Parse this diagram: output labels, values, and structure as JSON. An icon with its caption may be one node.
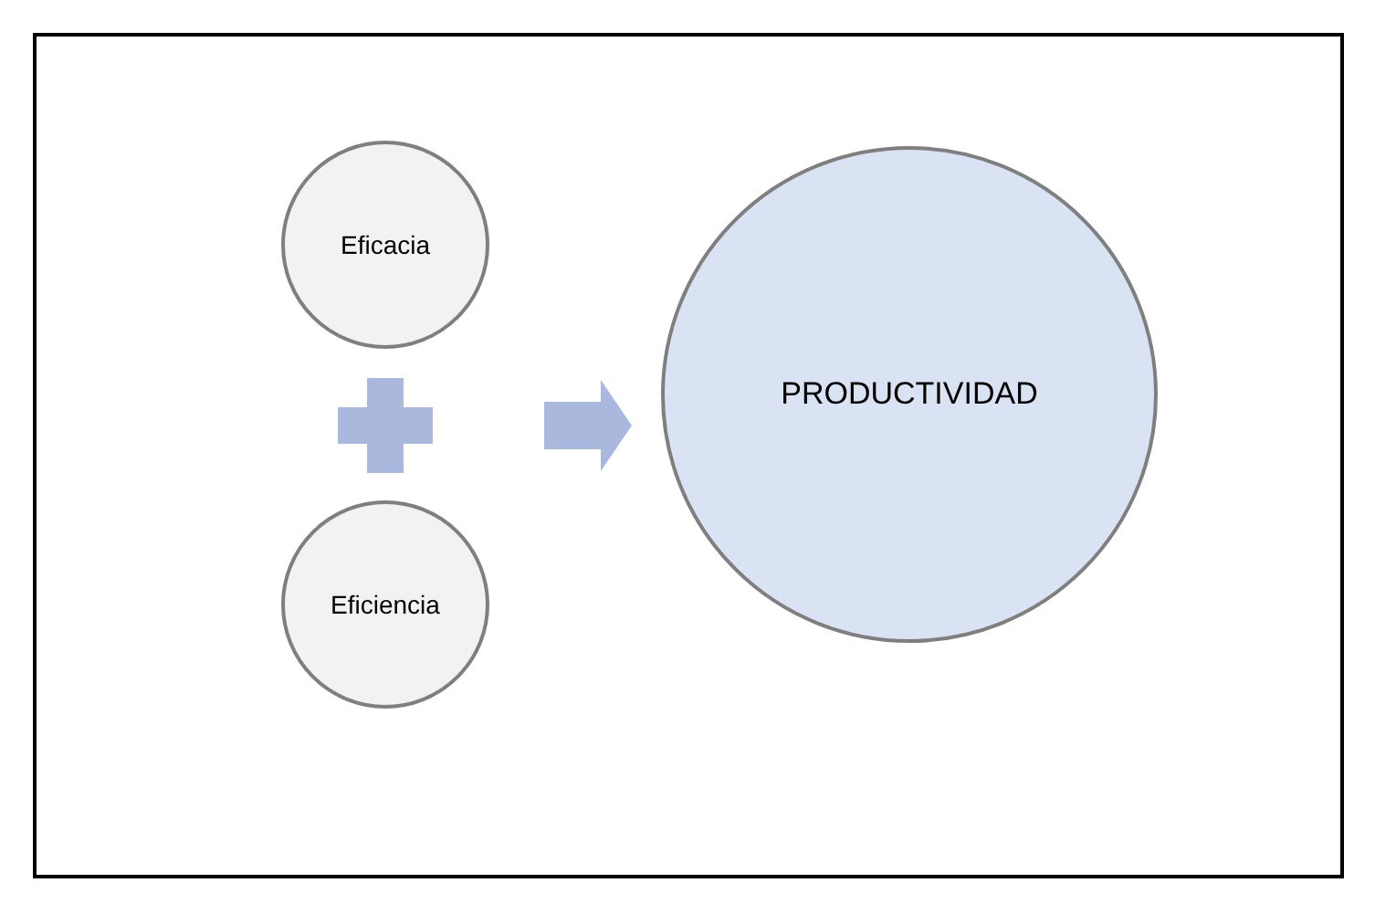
{
  "diagram": {
    "nodes": [
      {
        "text": [
          "Eficacia"
        ]
      },
      {
        "text": [
          "Eficiencia"
        ]
      },
      {
        "text": [
          "PRODUCTIVIDAD"
        ]
      }
    ],
    "edges": [
      {
        "from": null,
        "to": 2,
        "arrow": "to",
        "style": "thick"
      }
    ]
  }
}
